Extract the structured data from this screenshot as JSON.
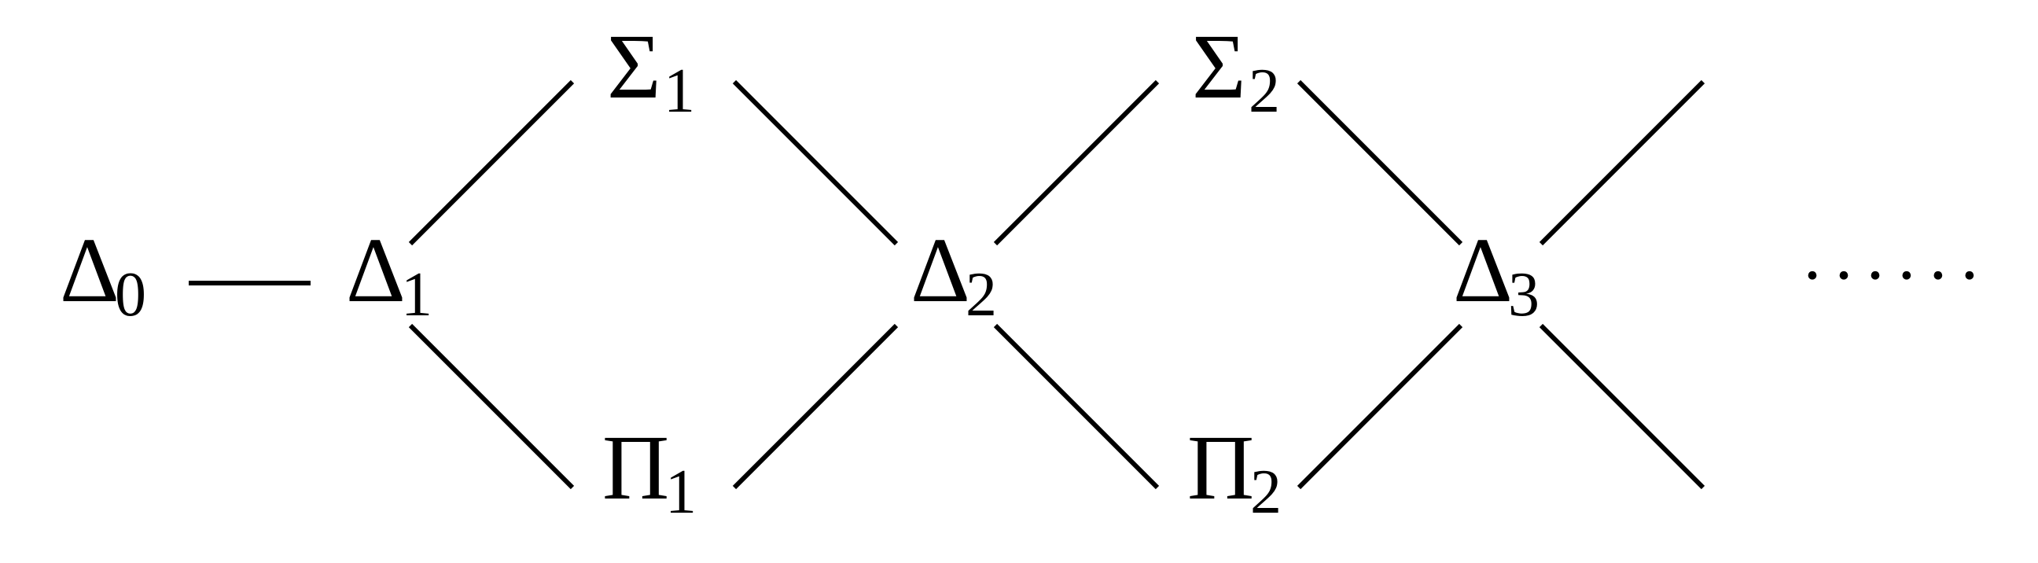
{
  "nodes": {
    "delta0": {
      "symbol": "Δ",
      "sub": "0"
    },
    "delta1": {
      "symbol": "Δ",
      "sub": "1"
    },
    "sigma1": {
      "symbol": "Σ",
      "sub": "1"
    },
    "pi1": {
      "symbol": "Π",
      "sub": "1"
    },
    "delta2": {
      "symbol": "Δ",
      "sub": "2"
    },
    "sigma2": {
      "symbol": "Σ",
      "sub": "2"
    },
    "pi2": {
      "symbol": "Π",
      "sub": "2"
    },
    "delta3": {
      "symbol": "Δ",
      "sub": "3"
    }
  },
  "continuation": "······",
  "colors": {
    "ink": "#000000",
    "background": "#ffffff"
  }
}
